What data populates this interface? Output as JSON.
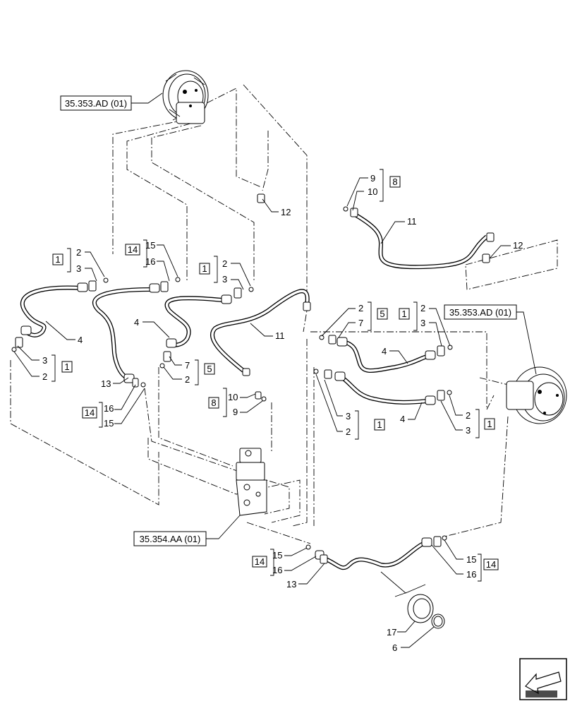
{
  "references": {
    "motor_top": "35.353.AD (01)",
    "motor_right": "35.353.AD (01)",
    "valve": "35.354.AA (01)"
  },
  "callouts": {
    "c1_a": "1",
    "c2_a": "2",
    "c3_a": "3",
    "c14_a": "14",
    "c15_a": "15",
    "c16_a": "16",
    "c1_b": "1",
    "c2_b": "2",
    "c3_b": "3",
    "c12_a": "12",
    "c9_a": "9",
    "c10_a": "10",
    "c8_a": "8",
    "c11_a": "11",
    "c12_b": "12",
    "c4_a": "4",
    "c3_c": "3",
    "c2_c": "2",
    "c1_c": "1",
    "c13_a": "13",
    "c14_b": "14",
    "c16_b": "16",
    "c15_b": "15",
    "c4_b": "4",
    "c7_a": "7",
    "c2_d": "2",
    "c5_a": "5",
    "c11_b": "11",
    "c8_b": "8",
    "c10_b": "10",
    "c9_b": "9",
    "c2_e": "2",
    "c7_b": "7",
    "c5_b": "5",
    "c1_d": "1",
    "c2_f": "2",
    "c3_d": "3",
    "c4_c": "4",
    "c3_e": "3",
    "c2_g": "2",
    "c1_e": "1",
    "c4_d": "4",
    "c2_h": "2",
    "c3_f": "3",
    "c1_f": "1",
    "c14_c": "14",
    "c15_c": "15",
    "c16_c": "16",
    "c13_b": "13",
    "c15_d": "15",
    "c16_d": "16",
    "c14_d": "14",
    "c17": "17",
    "c6": "6"
  }
}
